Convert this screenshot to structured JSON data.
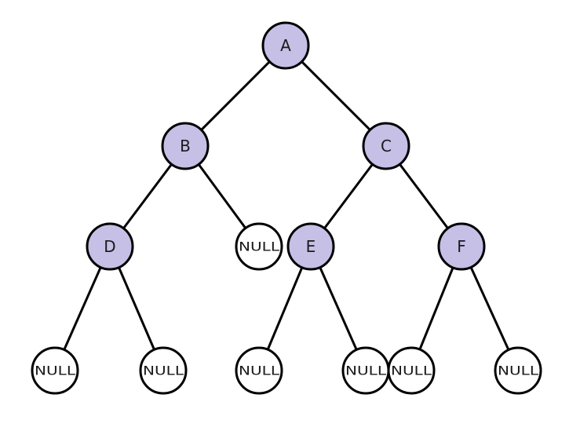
{
  "colors": {
    "filled_node": "#c6bfe6",
    "null_node": "#ffffff",
    "stroke": "#000000"
  },
  "tree": {
    "nodes": [
      {
        "id": "A",
        "label": "A",
        "kind": "data"
      },
      {
        "id": "B",
        "label": "B",
        "kind": "data"
      },
      {
        "id": "C",
        "label": "C",
        "kind": "data"
      },
      {
        "id": "D",
        "label": "D",
        "kind": "data"
      },
      {
        "id": "NB",
        "label": "NULL",
        "kind": "null"
      },
      {
        "id": "E",
        "label": "E",
        "kind": "data"
      },
      {
        "id": "F",
        "label": "F",
        "kind": "data"
      },
      {
        "id": "ND1",
        "label": "NULL",
        "kind": "null"
      },
      {
        "id": "ND2",
        "label": "NULL",
        "kind": "null"
      },
      {
        "id": "NE1",
        "label": "NULL",
        "kind": "null"
      },
      {
        "id": "NE2",
        "label": "NULL",
        "kind": "null"
      },
      {
        "id": "NF1",
        "label": "NULL",
        "kind": "null"
      },
      {
        "id": "NF2",
        "label": "NULL",
        "kind": "null"
      }
    ],
    "edges": [
      [
        "A",
        "B"
      ],
      [
        "A",
        "C"
      ],
      [
        "B",
        "D"
      ],
      [
        "B",
        "NB"
      ],
      [
        "C",
        "E"
      ],
      [
        "C",
        "F"
      ],
      [
        "D",
        "ND1"
      ],
      [
        "D",
        "ND2"
      ],
      [
        "E",
        "NE1"
      ],
      [
        "E",
        "NE2"
      ],
      [
        "F",
        "NF1"
      ],
      [
        "F",
        "NF2"
      ]
    ]
  }
}
